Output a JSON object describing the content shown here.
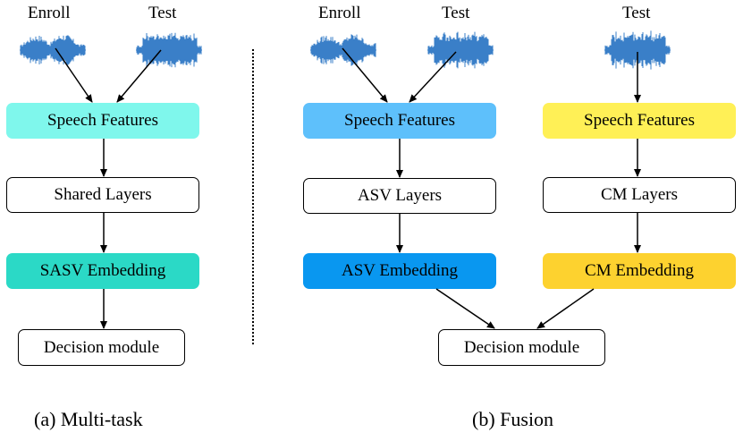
{
  "panel_a": {
    "enroll_label": "Enroll",
    "test_label": "Test",
    "speech_features": "Speech Features",
    "shared_layers": "Shared Layers",
    "sasv_embedding": "SASV Embedding",
    "decision_module": "Decision module",
    "caption": "(a) Multi-task"
  },
  "panel_b": {
    "enroll_label": "Enroll",
    "test_label_asv": "Test",
    "test_label_cm": "Test",
    "asv_speech_features": "Speech Features",
    "cm_speech_features": "Speech Features",
    "asv_layers": "ASV Layers",
    "cm_layers": "CM Layers",
    "asv_embedding": "ASV Embedding",
    "cm_embedding": "CM Embedding",
    "decision_module": "Decision module",
    "caption": "(b) Fusion"
  },
  "colors": {
    "sf_a": "#7ff7ec",
    "sasv": "#2bd9c6",
    "sf_asv": "#5ec0fb",
    "asv_emb": "#0997f0",
    "sf_cm": "#fff056",
    "cm_emb": "#fdd22f",
    "wave": "#3a7fc8"
  },
  "icons": {
    "waveform": "audio-waveform-icon"
  }
}
